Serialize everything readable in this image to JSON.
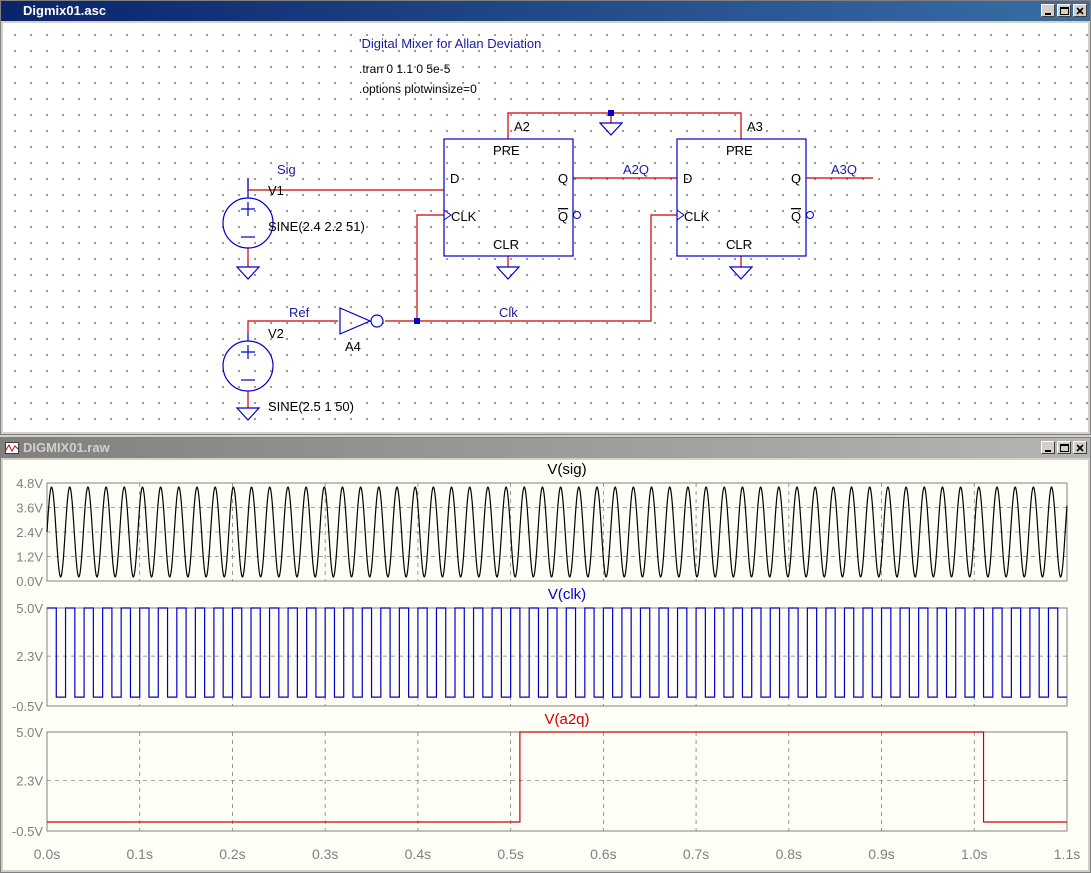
{
  "schematic": {
    "title": "Digmix01.asc",
    "comment": "'Digital Mixer for Allan Deviation",
    "directive1": ".tran 0 1.1 0 5e-5",
    "directive2": ".options plotwinsize=0",
    "labels": {
      "sig": "Sig",
      "ref": "Ref",
      "clk": "Clk",
      "a2q": "A2Q",
      "a3q": "A3Q",
      "v1": "V1",
      "v1_value": "SINE(2.4 2.2 51)",
      "v2": "V2",
      "v2_value": "SINE(2.5 1 50)",
      "a2": "A2",
      "a3": "A3",
      "a4": "A4",
      "pre": "PRE",
      "clr": "CLR",
      "d": "D",
      "q": "Q",
      "qbar": "Q",
      "clkpin": "CLK"
    }
  },
  "waveform": {
    "title": "DIGMIX01.raw",
    "xticks": [
      "0.0s",
      "0.1s",
      "0.2s",
      "0.3s",
      "0.4s",
      "0.5s",
      "0.6s",
      "0.7s",
      "0.8s",
      "0.9s",
      "1.0s",
      "1.1s"
    ],
    "colors": {
      "sig": "#000000",
      "clk": "#0000cc",
      "a2q": "#cc0000",
      "bg": "#fffff8"
    }
  },
  "chart_data": [
    {
      "type": "line",
      "title": "V(sig)",
      "series": [
        {
          "name": "V(sig)",
          "function": "2.4 + 2.2*sin(2*pi*51*t)",
          "color": "#000000"
        }
      ],
      "yticks": [
        "4.8V",
        "3.6V",
        "2.4V",
        "1.2V",
        "0.0V"
      ],
      "ylim": [
        0,
        4.8
      ],
      "xlim": [
        0,
        1.1
      ],
      "grid": true
    },
    {
      "type": "line",
      "title": "V(clk)",
      "series": [
        {
          "name": "V(clk)",
          "function": "square 50 Hz, 0V to 5V",
          "color": "#0000cc"
        }
      ],
      "yticks": [
        "5.0V",
        "2.3V",
        "-0.5V"
      ],
      "ylim": [
        -0.5,
        5.0
      ],
      "xlim": [
        0,
        1.1
      ],
      "grid": true
    },
    {
      "type": "line",
      "title": "V(a2q)",
      "series": [
        {
          "name": "V(a2q)",
          "x": [
            0,
            0.51,
            0.51,
            1.01,
            1.01,
            1.1
          ],
          "y": [
            0,
            0,
            5,
            5,
            0,
            0
          ],
          "color": "#cc0000"
        }
      ],
      "yticks": [
        "5.0V",
        "2.3V",
        "-0.5V"
      ],
      "ylim": [
        -0.5,
        5.0
      ],
      "xlim": [
        0,
        1.1
      ],
      "grid": true
    }
  ]
}
